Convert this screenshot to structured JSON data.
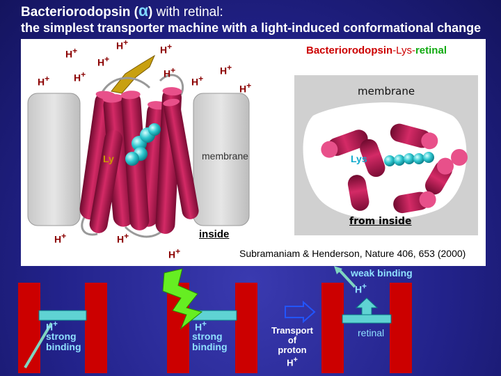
{
  "title": {
    "line1_prefix": "Bacteriorodopsin (",
    "line1_alpha": "α",
    "line1_paren": ")",
    "line1_rest": " with retinal:",
    "line2": "the simplest transporter machine with a light-induced conformational change"
  },
  "panel": {
    "heading_part1": "Bacteriorodopsin",
    "heading_part2": "-Lys-",
    "heading_part3": "retinal",
    "membrane_left": "membrane",
    "membrane_right": "membrane",
    "inside": "inside",
    "from_inside": "from inside",
    "lys_left": "Ly",
    "lys_right": "Lys",
    "proton": "H",
    "proton_charge": "+",
    "reference": "Subramaniam & Henderson, Nature 406, 653 (2000)"
  },
  "bottom": {
    "strong1": "strong",
    "binding1": "binding",
    "strong2": "strong",
    "binding2": "binding",
    "proton_h": "H",
    "proton_plus": "+",
    "transport_l1": "Transport",
    "transport_l2": "of",
    "transport_l3": "proton",
    "weak_binding": "weak binding",
    "retinal": "retinal"
  },
  "colors": {
    "background": "#22228a",
    "helix": "#b0144e",
    "accent_cyan": "#8fe0ff",
    "bar_red": "#cc0000",
    "retinal_bar": "#5fd3d3"
  }
}
